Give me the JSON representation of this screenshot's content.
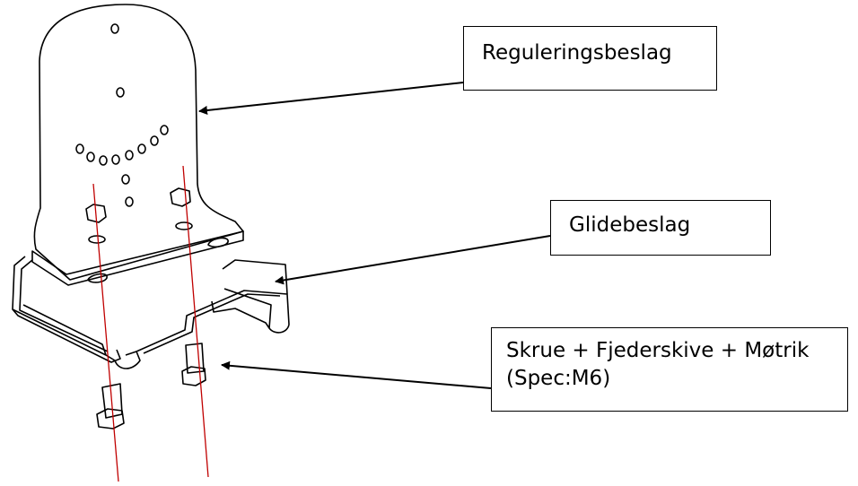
{
  "callouts": [
    {
      "label": "Reguleringsbeslag"
    },
    {
      "label": "Glidebeslag"
    },
    {
      "line1": "Skrue + Fjederskive + Møtrik",
      "line2": "(Spec:M6)"
    }
  ],
  "colors": {
    "outline": "#000000",
    "axis_line": "#c00000",
    "background": "#ffffff"
  }
}
